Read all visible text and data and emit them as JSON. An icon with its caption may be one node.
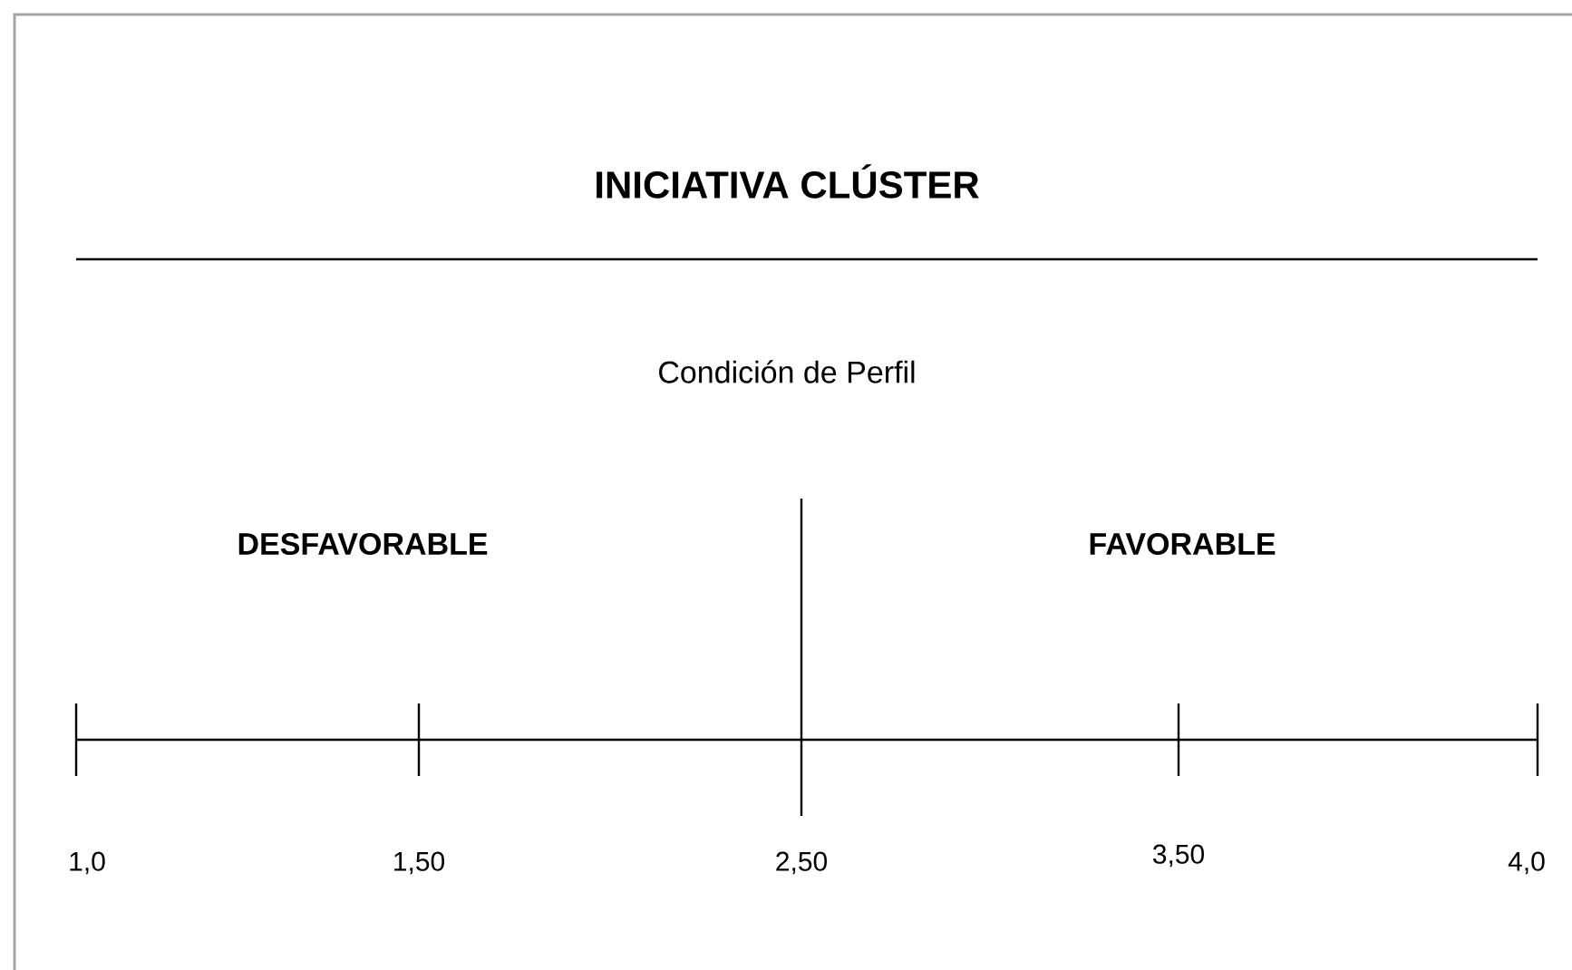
{
  "diagram": {
    "title": "INICIATIVA CLÚSTER",
    "labels": [
      "Condición de Perfil",
      "DESFAVORABLE",
      "FAVORABLE",
      "1,0",
      "1,50",
      "2,50",
      "3,50",
      "4,0"
    ]
  }
}
